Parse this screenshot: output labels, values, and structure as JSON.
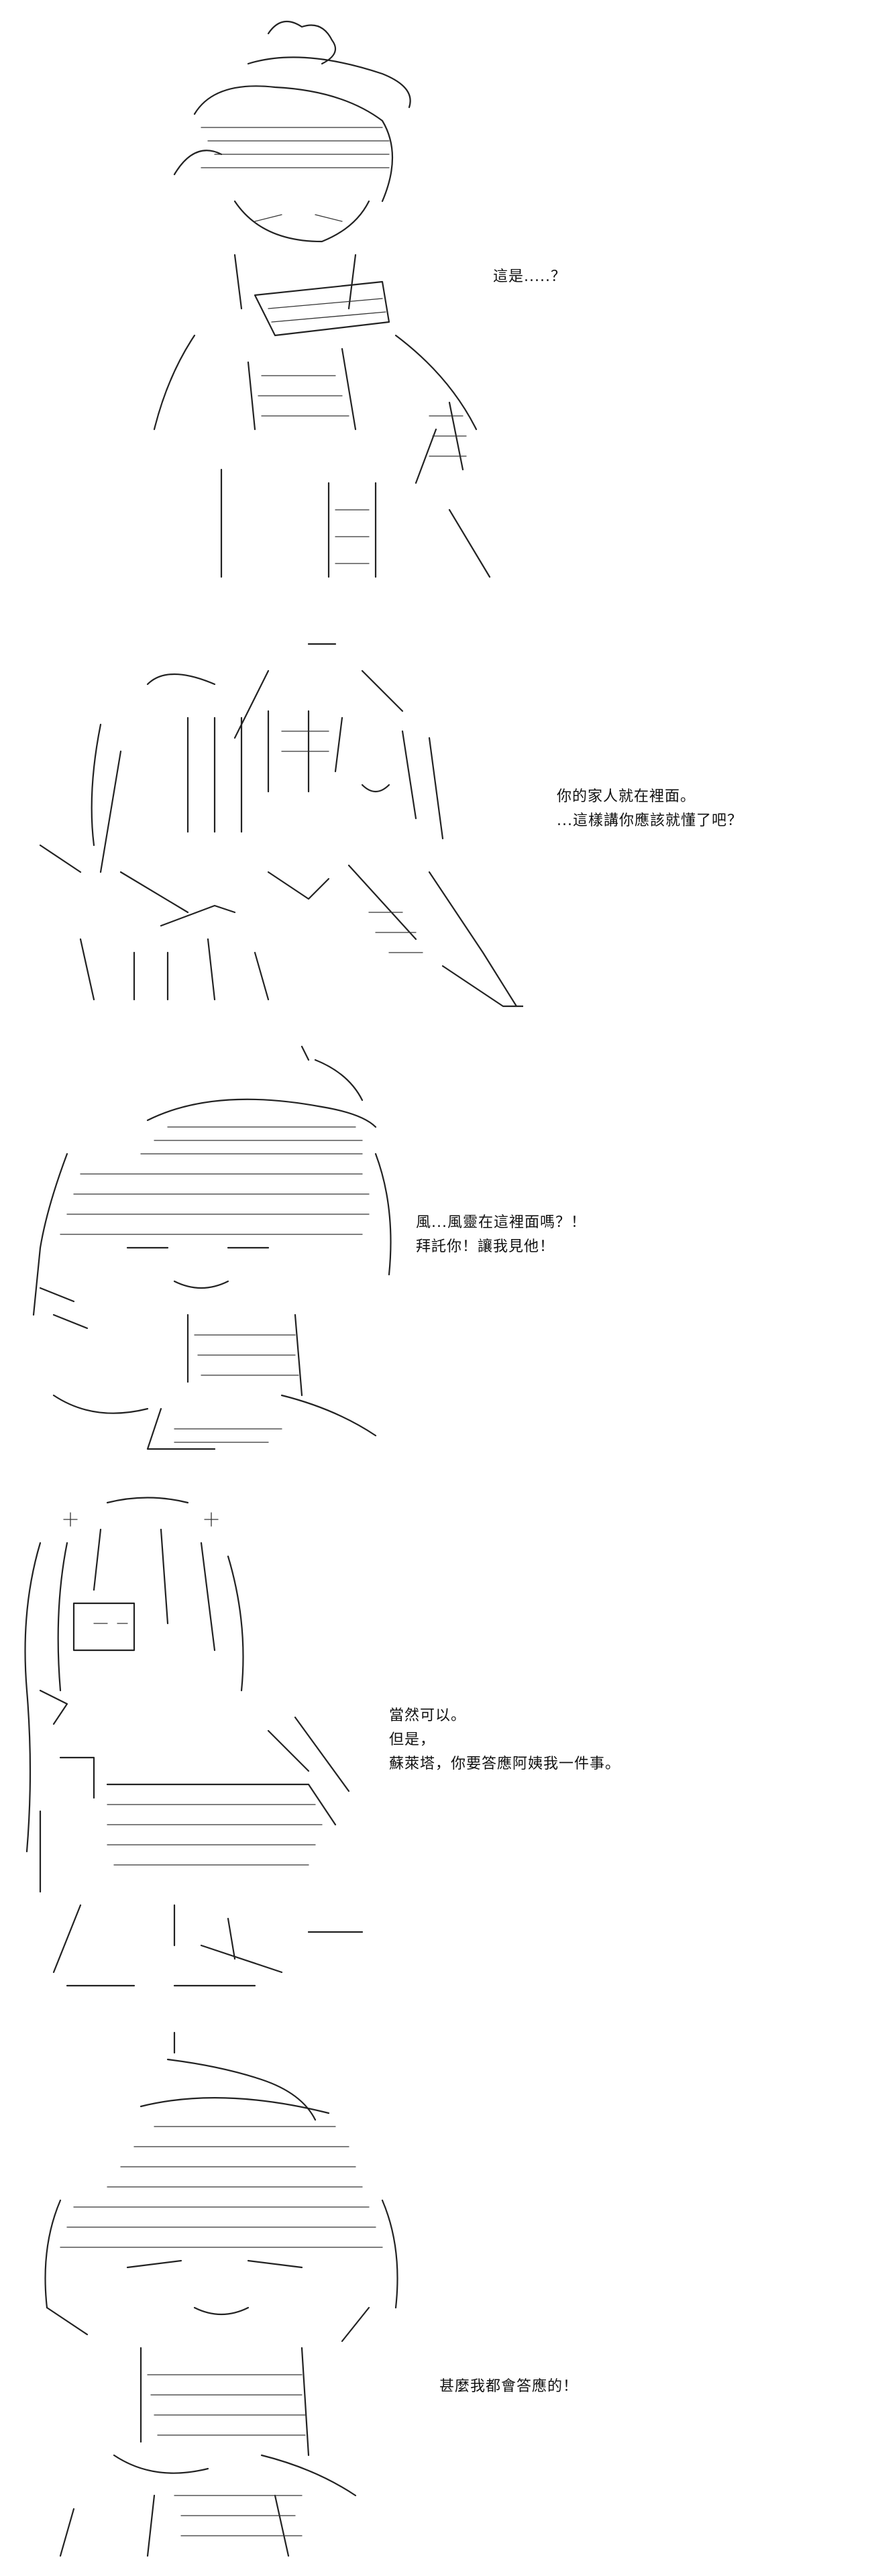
{
  "panels": [
    {
      "id": "panel-1",
      "lines": [
        "這是.....？"
      ]
    },
    {
      "id": "panel-2",
      "lines": [
        "你的家人就在裡面。",
        "...這樣講你應該就懂了吧？"
      ]
    },
    {
      "id": "panel-3",
      "lines": [
        "風...風靈在這裡面嗎？！",
        "拜託你！讓我見他！"
      ]
    },
    {
      "id": "panel-4",
      "lines": [
        "當然可以。",
        "但是，",
        "蘇萊塔，你要答應阿姨我一件事。"
      ]
    },
    {
      "id": "panel-5",
      "lines": [
        "甚麼我都會答應的！"
      ]
    }
  ]
}
